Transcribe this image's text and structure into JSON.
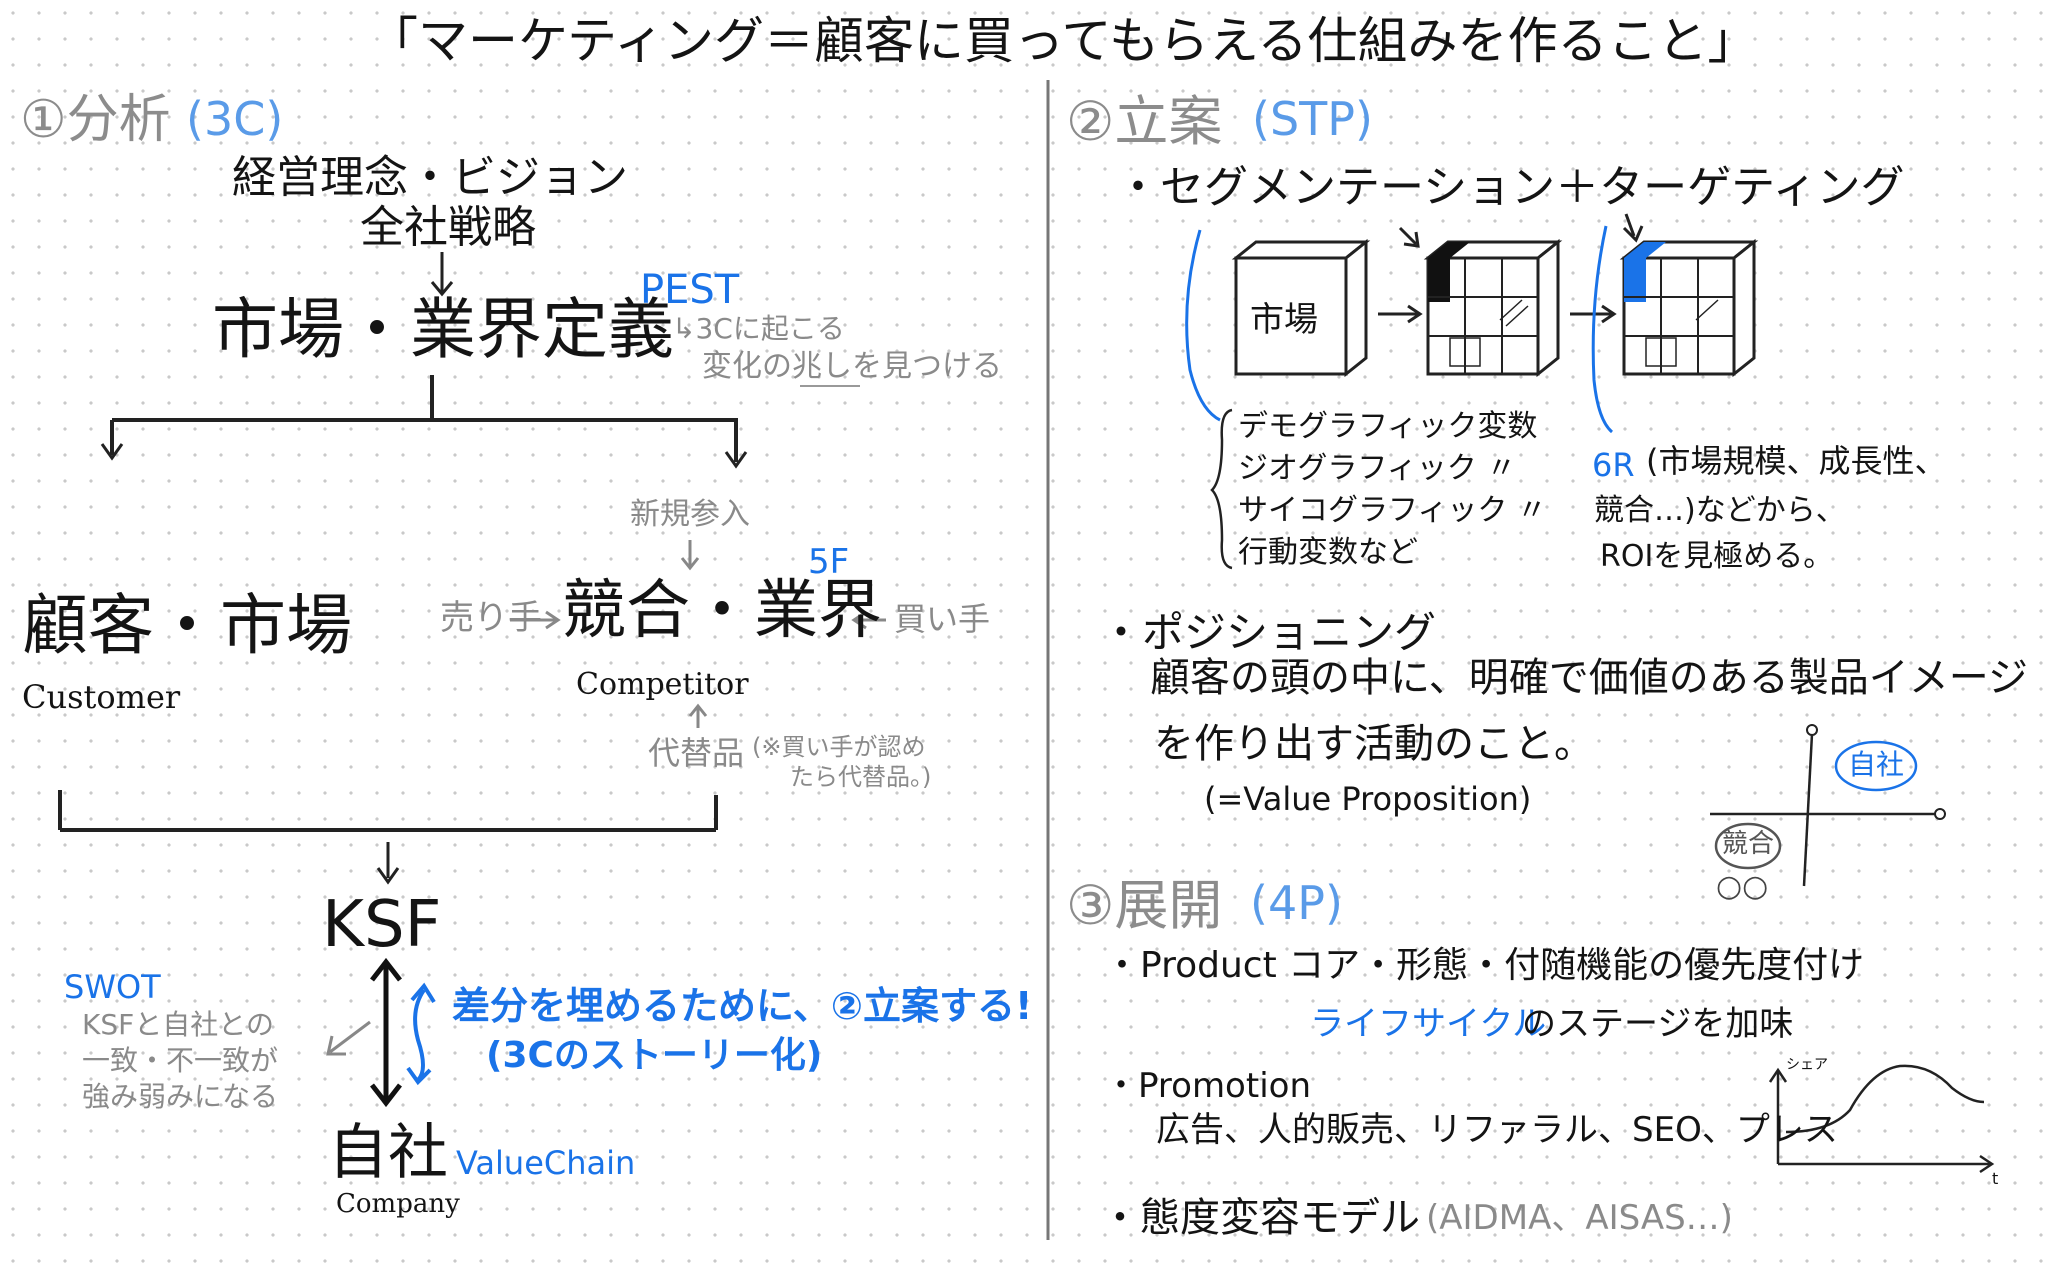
{
  "title": "「マーケティング＝顧客に買ってもらえる仕組みを作ること」",
  "left": {
    "heading": "①分析",
    "heading_sub": "(3C)",
    "top_line1": "経営理念・ビジョン",
    "top_line2": "全社戦略",
    "market_def": "市場・業界定義",
    "pest": "PEST",
    "pest_note1": "↳3Cに起こる",
    "pest_note2": "変化の兆しを見つける",
    "customer": "顧客・市場",
    "customer_en": "Customer",
    "new_entry": "新規参入",
    "sf": "5F",
    "seller": "売り手",
    "competitor": "競合・業界",
    "buyer": "買い手",
    "competitor_en": "Competitor",
    "substitute": "代替品",
    "substitute_note1": "(※買い手が認め",
    "substitute_note2": "たら代替品。)",
    "ksf": "KSF",
    "swot": "SWOT",
    "swot_note1": "KSFと自社との",
    "swot_note2": "一致・不一致が",
    "swot_note3": "強み弱みになる",
    "gap_note1": "差分を埋めるために、②立案する!",
    "gap_note2": "(3Cのストーリー化)",
    "company": "自社",
    "value_chain": "ValueChain",
    "company_en": "Company"
  },
  "right": {
    "plan_heading": "②立案",
    "plan_sub": "(STP)",
    "seg_title": "・セグメンテーション＋ターゲティング",
    "cube_label": "市場",
    "seg_list": [
      "デモグラフィック変数",
      "ジオグラフィック 〃",
      "サイコグラフィック 〃",
      "行動変数など"
    ],
    "six_r1": "6R",
    "six_r1_rest": "(市場規模、成長性、",
    "six_r2": "競合…)などから、",
    "six_r3": "ROIを見極める。",
    "pos_title": "・ポジショニング",
    "pos_desc1": "顧客の頭の中に、明確で価値のある製品イメージ",
    "pos_desc2": "を作り出す活動のこと。",
    "pos_desc3": "(=Value Proposition)",
    "map_self": "自社",
    "map_comp": "競合",
    "map_oo": "○○",
    "deploy_heading": "③展開",
    "deploy_sub": "(4P)",
    "product_line": "・Product コア・形態・付随機能の優先度付け",
    "product_lifecycle": "ライフサイクル",
    "product_stage": "のステージを加味",
    "promotion": "・Promotion",
    "promotion_items": "広告、人的販売、リファラル、SEO、プレス",
    "plc_y": "シェア",
    "plc_x": "t",
    "attitude": "・態度変容モデル",
    "attitude_models": "(AIDMA、AISAS…)"
  }
}
